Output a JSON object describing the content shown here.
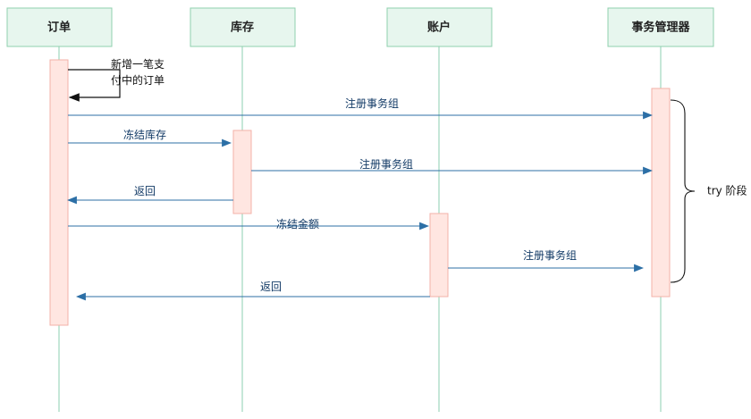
{
  "participants": [
    {
      "id": "order",
      "label": "订单"
    },
    {
      "id": "inventory",
      "label": "库存"
    },
    {
      "id": "account",
      "label": "账户"
    },
    {
      "id": "tm",
      "label": "事务管理器"
    }
  ],
  "messages": [
    {
      "label": "新增一笔支",
      "label2": "付中的订单",
      "from": "order",
      "to": "order",
      "self": true
    },
    {
      "label": "注册事务组",
      "from": "order",
      "to": "tm"
    },
    {
      "label": "冻结库存",
      "from": "order",
      "to": "inventory"
    },
    {
      "label": "注册事务组",
      "from": "inventory",
      "to": "tm"
    },
    {
      "label": "返回",
      "from": "inventory",
      "to": "order"
    },
    {
      "label": "冻结金额",
      "from": "order",
      "to": "account"
    },
    {
      "label": "注册事务组",
      "from": "account",
      "to": "tm"
    },
    {
      "label": "返回",
      "from": "account",
      "to": "order"
    }
  ],
  "phase": {
    "label": "try 阶段"
  },
  "colors": {
    "participant_fill": "#e7f6ee",
    "participant_stroke": "#8fd0ae",
    "lifeline": "#9fd7bf",
    "activation_fill": "#ffe6e1",
    "activation_stroke": "#f3b1a8",
    "arrow": "#2c6fa6",
    "text": "#1f1f1f"
  }
}
